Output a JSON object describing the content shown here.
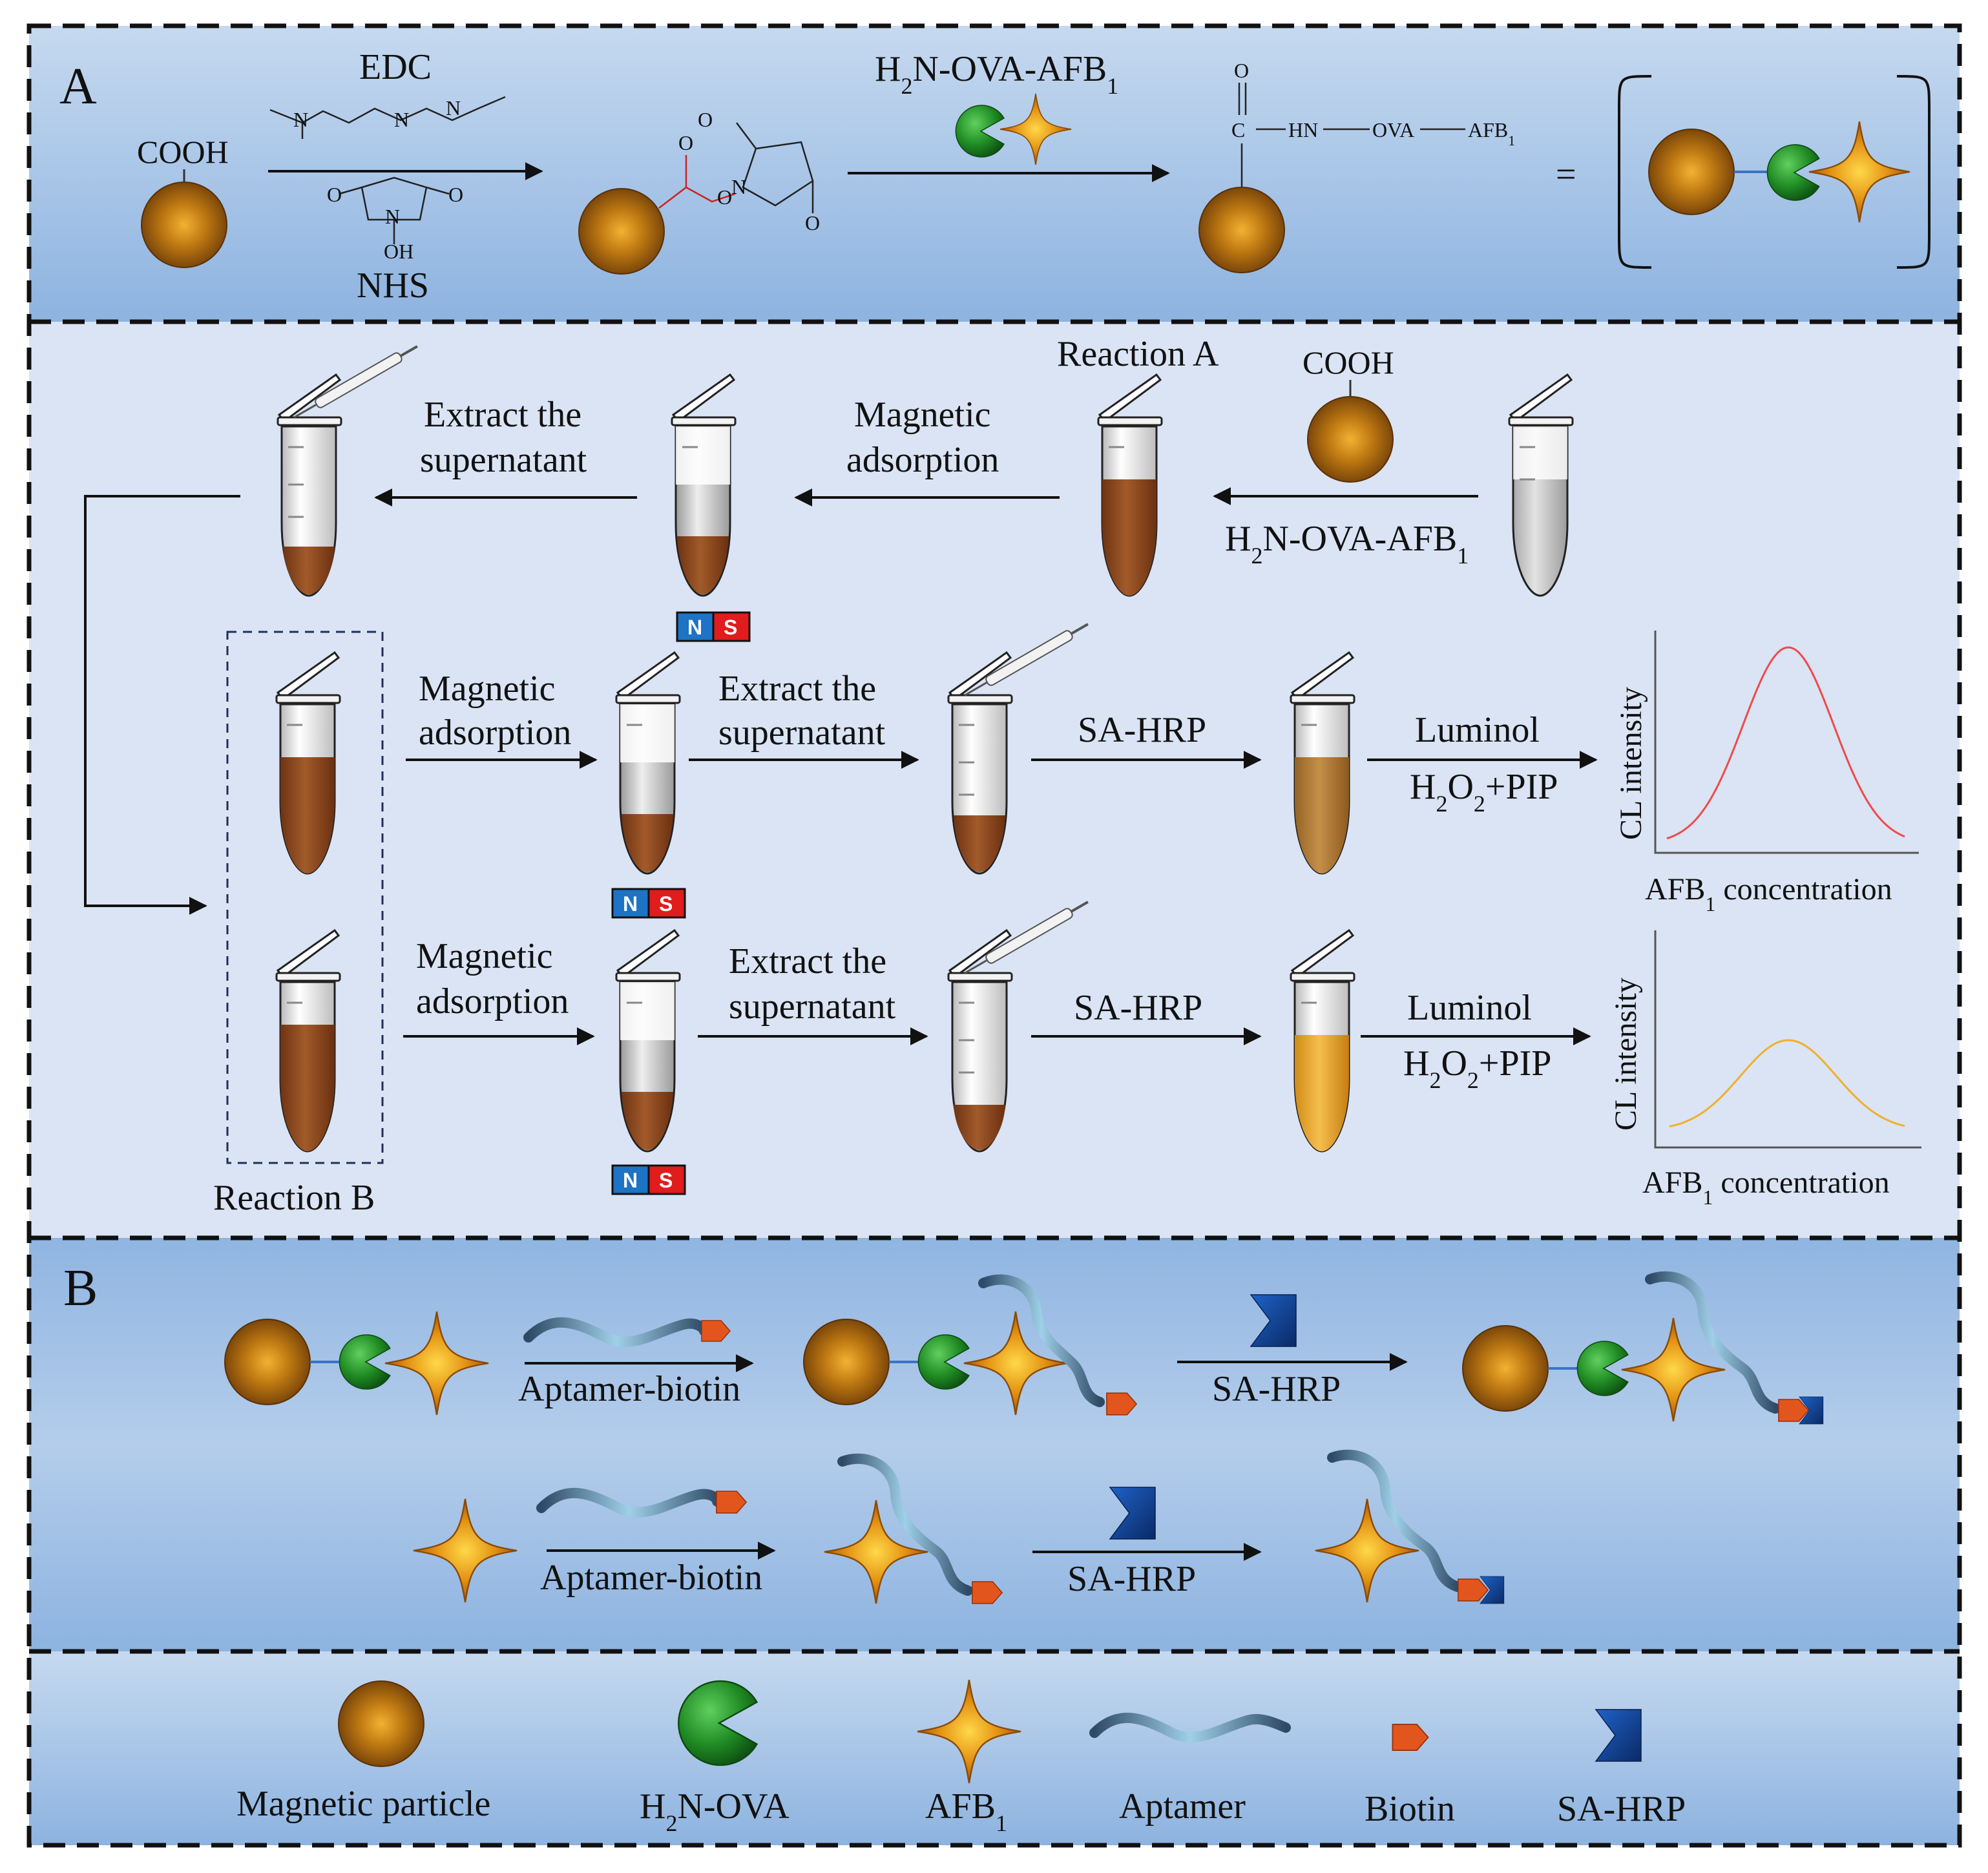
{
  "panel_a": {
    "letter": "A",
    "edc_label": "EDC",
    "nhs_label": "NHS",
    "reagent_label": "H2N-OVA-AFB1",
    "bead_label": "COOH",
    "product_parts": {
      "c": "C",
      "o": "O",
      "hn": "HN",
      "ova": "OVA",
      "afb": "AFB1"
    },
    "equals": "="
  },
  "workflow": {
    "reaction_a": "Reaction A",
    "cooh": "COOH",
    "reagent": "H2N-OVA-AFB1",
    "magnetic_adsorption": [
      "Magnetic",
      "adsorption"
    ],
    "extract": [
      "Extract the",
      "supernatant"
    ],
    "reaction_b": "Reaction B",
    "sa_hrp": "SA-HRP",
    "luminol": "Luminol",
    "h2o2_pip": "H2O2+PIP",
    "magnet_n": "N",
    "magnet_s": "S",
    "plot_ylabel": "CL intensity",
    "plot_xlabel": "AFB1 concentration"
  },
  "panel_b": {
    "letter": "B",
    "aptamer_biotin": "Aptamer-biotin",
    "sa_hrp": "SA-HRP"
  },
  "legend": {
    "items": [
      "Magnetic particle",
      "H2N-OVA",
      "AFB1",
      "Aptamer",
      "Biotin",
      "SA-HRP"
    ]
  },
  "colors": {
    "panel_blue_dark": "#8cb2e0",
    "panel_blue_light": "#c4d8ef",
    "workflow_bg": "#dae4f4",
    "bead": "#a5620d",
    "ova_green": "#2a8a2a",
    "afb_star": "#e09a1a",
    "biotin": "#e0541c",
    "sa_hrp": "#103a8a",
    "curve_high": "#ef4a4a",
    "curve_low": "#f0b02a",
    "magnet_n": "#1d73c4",
    "magnet_s": "#e01c1c"
  }
}
